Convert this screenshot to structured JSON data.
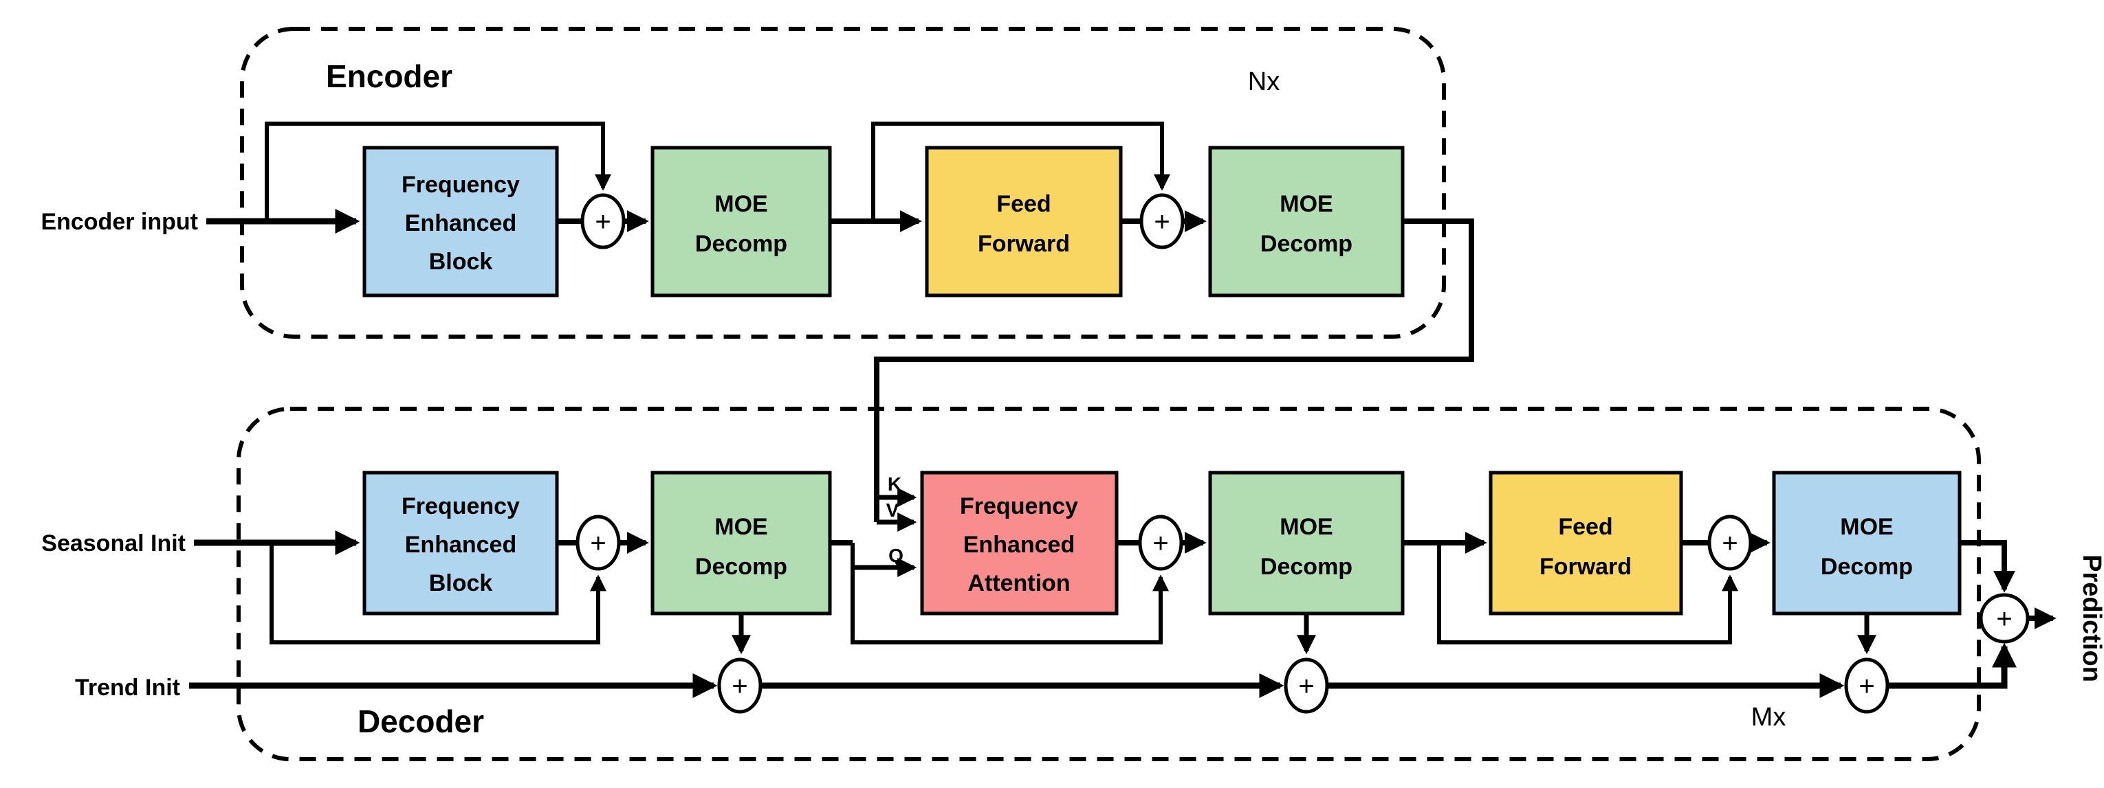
{
  "diagram": {
    "plus": "+",
    "encoder": {
      "label": "Encoder",
      "repeat_label": "Nx",
      "input_label": "Encoder input"
    },
    "decoder": {
      "label": "Decoder",
      "repeat_label": "Mx",
      "seasonal_input_label": "Seasonal Init",
      "trend_input_label": "Trend Init",
      "output_label": "Prediction",
      "attention_ports": {
        "k": "K",
        "v": "V",
        "q": "Q"
      }
    }
  },
  "colors": {
    "block_blue": "#AFD6EE",
    "block_green": "#B2DCB2",
    "block_yellow": "#F9D562",
    "block_red": "#F98C8C",
    "stroke": "#000000",
    "background": "#FFFFFF"
  },
  "nodes": {
    "enc_feb": {
      "lines": [
        "Frequency",
        "Enhanced",
        "Block"
      ],
      "color": "block_blue"
    },
    "enc_moe1": {
      "lines": [
        "MOE",
        "Decomp"
      ],
      "color": "block_green"
    },
    "enc_ff": {
      "lines": [
        "Feed",
        "Forward"
      ],
      "color": "block_yellow"
    },
    "enc_moe2": {
      "lines": [
        "MOE",
        "Decomp"
      ],
      "color": "block_green"
    },
    "dec_feb": {
      "lines": [
        "Frequency",
        "Enhanced",
        "Block"
      ],
      "color": "block_blue"
    },
    "dec_moe1": {
      "lines": [
        "MOE",
        "Decomp"
      ],
      "color": "block_green"
    },
    "dec_attn": {
      "lines": [
        "Frequency",
        "Enhanced",
        "Attention"
      ],
      "color": "block_red"
    },
    "dec_moe2": {
      "lines": [
        "MOE",
        "Decomp"
      ],
      "color": "block_green"
    },
    "dec_ff": {
      "lines": [
        "Feed",
        "Forward"
      ],
      "color": "block_yellow"
    },
    "dec_moe3": {
      "lines": [
        "MOE",
        "Decomp"
      ],
      "color": "block_blue"
    }
  }
}
